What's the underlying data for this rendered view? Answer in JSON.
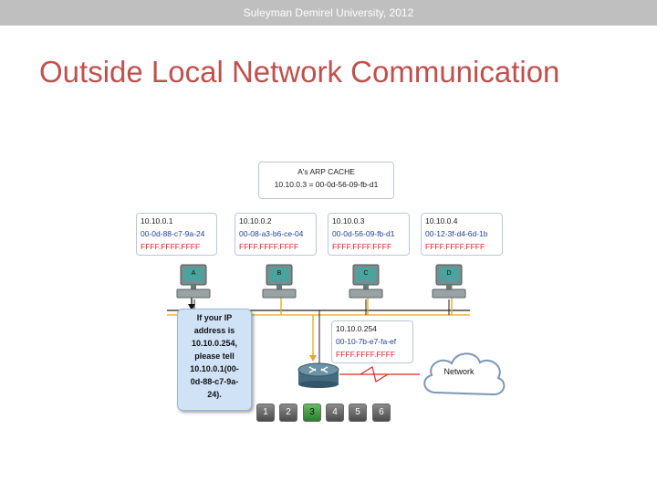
{
  "header": {
    "text": "Suleyman Demirel University, 2012"
  },
  "title": "Outside Local Network Communication",
  "arp_cache": {
    "title": "A's ARP CACHE",
    "entry": "10.10.0.3 = 00-0d-56-09-fb-d1"
  },
  "hosts": [
    {
      "label": "A",
      "ip": "10.10.0.1",
      "mac": "00-0d-88-c7-9a-24",
      "broadcast": "FFFF.FFFF.FFFF"
    },
    {
      "label": "B",
      "ip": "10.10.0.2",
      "mac": "00-08-a3-b6-ce-04",
      "broadcast": "FFFF.FFFF.FFFF"
    },
    {
      "label": "C",
      "ip": "10.10.0.3",
      "mac": "00-0d-56-09-fb-d1",
      "broadcast": "FFFF.FFFF.FFFF"
    },
    {
      "label": "D",
      "ip": "10.10.0.4",
      "mac": "00-12-3f-d4-6d-1b",
      "broadcast": "FFFF.FFFF.FFFF"
    }
  ],
  "router": {
    "ip": "10.10.0.254",
    "mac": "00-10-7b-e7-fa-ef",
    "broadcast": "FFFF.FFFF.FFFF"
  },
  "callout": {
    "lines": [
      "If your IP",
      "address is",
      "10.10.0.254,",
      "please tell",
      "10.10.0.1(00-",
      "0d-88-c7-9a-",
      "24)."
    ]
  },
  "cloud": {
    "label": "Network"
  },
  "steps": [
    "1",
    "2",
    "3",
    "4",
    "5",
    "6"
  ],
  "active_step": "3",
  "colors": {
    "title": "#c0504d",
    "header_bar": "#bfbfbf",
    "mac_text": "#1f3f9a",
    "broadcast_text": "#c62828",
    "bus_line": "#e6a817",
    "callout_bg": "#cfe2f6",
    "active_step": "#2e7d32"
  }
}
